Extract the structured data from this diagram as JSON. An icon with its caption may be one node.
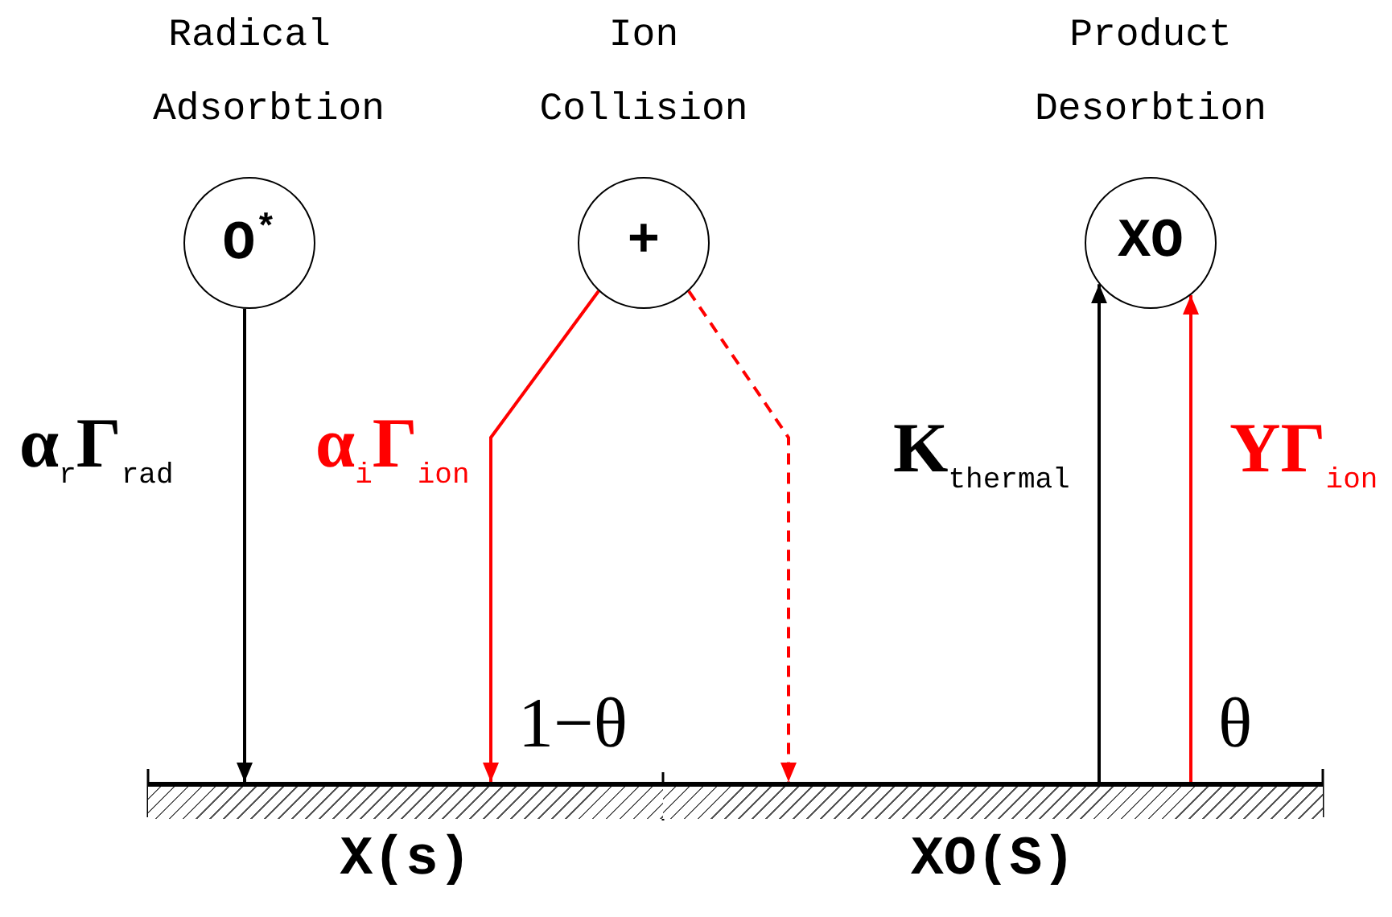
{
  "diagram": {
    "nodes": [
      {
        "text": [
          "Radical Adsorbtion",
          "O$^{*}$"
        ]
      },
      {
        "text": [
          "Ion Collision",
          "+"
        ]
      },
      {
        "text": [
          "Product Desorbtion",
          "XO"
        ]
      },
      {
        "text": [
          "X(s)"
        ],
        "beside": [
          "1−θ"
        ]
      },
      {
        "text": [
          "XO(S)"
        ],
        "beside": [
          "θ"
        ]
      }
    ],
    "edges": [
      {
        "from": 0,
        "to": 3,
        "arrow": "to",
        "label": "α$_{r}$Γ$_{rad}$",
        "color": "#000000"
      },
      {
        "from": 1,
        "to": 3,
        "arrow": "to",
        "label": "α$_{i}$Γ$_{ion}$",
        "color": "#ff0000"
      },
      {
        "from": 1,
        "to": 4,
        "arrow": "to",
        "style": "dashed",
        "color": "#ff0000"
      },
      {
        "from": 4,
        "to": 2,
        "arrow": "to",
        "label": "K$_{thermal}$",
        "color": "#000000"
      },
      {
        "from": 4,
        "to": 2,
        "arrow": "to",
        "label": "YΓ$_{ion}$",
        "color": "#ff0000"
      }
    ]
  }
}
